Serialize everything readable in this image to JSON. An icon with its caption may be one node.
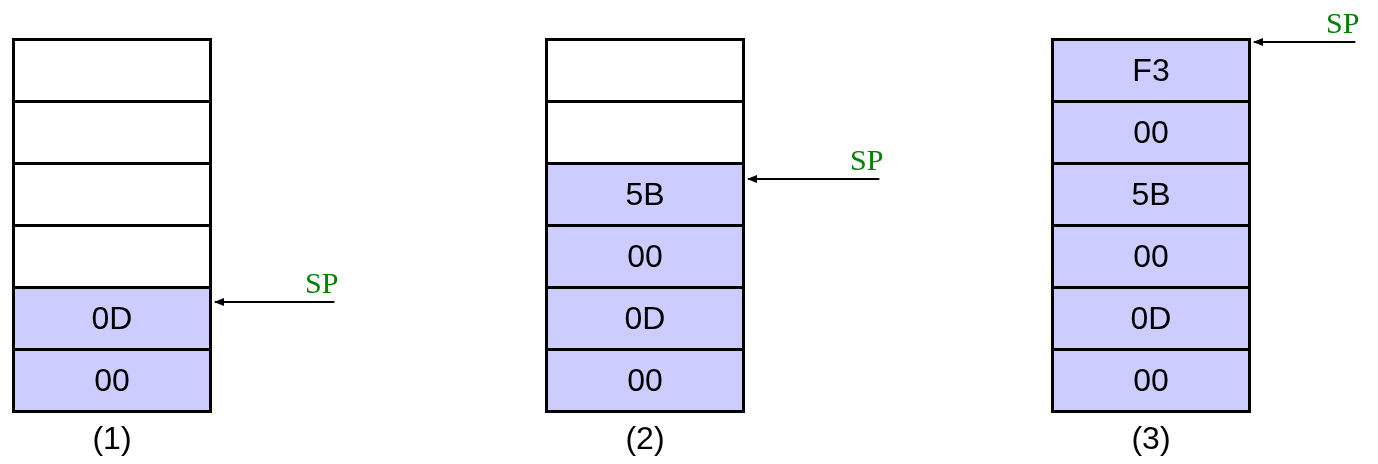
{
  "diagram": {
    "nodes": [
      {
        "text": [],
        "shape": "box"
      },
      {
        "text": [],
        "shape": "box"
      },
      {
        "text": [],
        "shape": "box"
      },
      {
        "text": [],
        "shape": "box"
      },
      {
        "text": [
          "0D"
        ]
      },
      {
        "text": [
          "00"
        ]
      },
      {
        "text": [
          "SP"
        ]
      },
      {
        "text": [],
        "shape": "box"
      },
      {
        "text": [],
        "shape": "box"
      },
      {
        "text": [
          "5B"
        ]
      },
      {
        "text": [
          "00"
        ]
      },
      {
        "text": [
          "0D"
        ]
      },
      {
        "text": [
          "00"
        ]
      },
      {
        "text": [
          "SP"
        ]
      },
      {
        "text": [
          "F3"
        ]
      },
      {
        "text": [
          "00"
        ]
      },
      {
        "text": [
          "5B"
        ]
      },
      {
        "text": [
          "00"
        ]
      },
      {
        "text": [
          "0D"
        ]
      },
      {
        "text": [
          "00"
        ]
      },
      {
        "text": [
          "SP"
        ]
      }
    ],
    "edges": [
      {
        "from": 6,
        "to": 4,
        "arrow": "to"
      },
      {
        "from": 13,
        "to": 9,
        "arrow": "to"
      },
      {
        "from": 20,
        "to": 14,
        "arrow": "to"
      }
    ],
    "labels": [
      "(1)",
      "(2)",
      "(3)"
    ]
  }
}
